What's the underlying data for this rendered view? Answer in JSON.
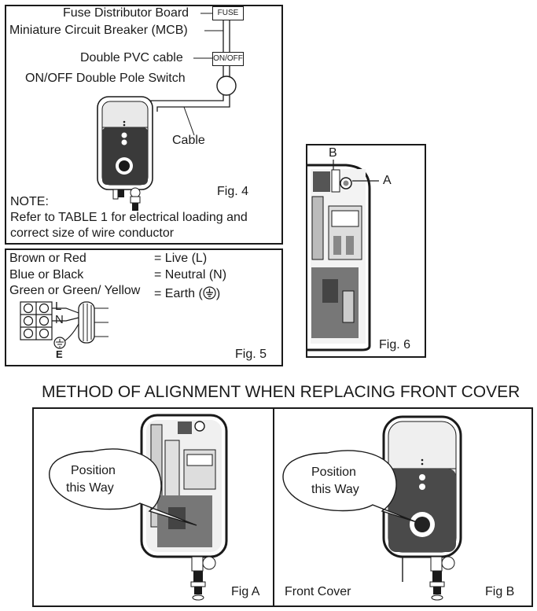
{
  "fig4": {
    "label": "Fig. 4",
    "fuse_distributor": "Fuse Distributor Board",
    "mcb": "Miniature Circuit Breaker (MCB)",
    "pvc_cable": "Double PVC cable",
    "switch": "ON/OFF Double Pole Switch",
    "fuse_box": "FUSE",
    "onoff_box": "ON/OFF",
    "cable": "Cable",
    "note_title": "NOTE:",
    "note_line1": "Refer to TABLE 1 for electrical loading and",
    "note_line2": "correct size of wire conductor"
  },
  "fig5": {
    "label": "Fig. 5",
    "rows": [
      {
        "wire": "Brown or Red",
        "meaning": "= Live (L)"
      },
      {
        "wire": "Blue or Black",
        "meaning": "= Neutral (N)"
      },
      {
        "wire": "Green or Green/ Yellow",
        "meaning": "= Earth ("
      }
    ],
    "earth_suffix": ")",
    "terminal_L": "L",
    "terminal_N": "N",
    "terminal_E": "E"
  },
  "fig6": {
    "label": "Fig. 6",
    "marker_a": "A",
    "marker_b": "B"
  },
  "alignment": {
    "heading": "METHOD OF ALIGNMENT WHEN REPLACING FRONT COVER",
    "figA": {
      "label": "Fig A",
      "bubble_line1": "Position",
      "bubble_line2": "this Way"
    },
    "figB": {
      "label": "Fig B",
      "caption": "Front Cover",
      "bubble_line1": "Position",
      "bubble_line2": "this Way"
    }
  }
}
